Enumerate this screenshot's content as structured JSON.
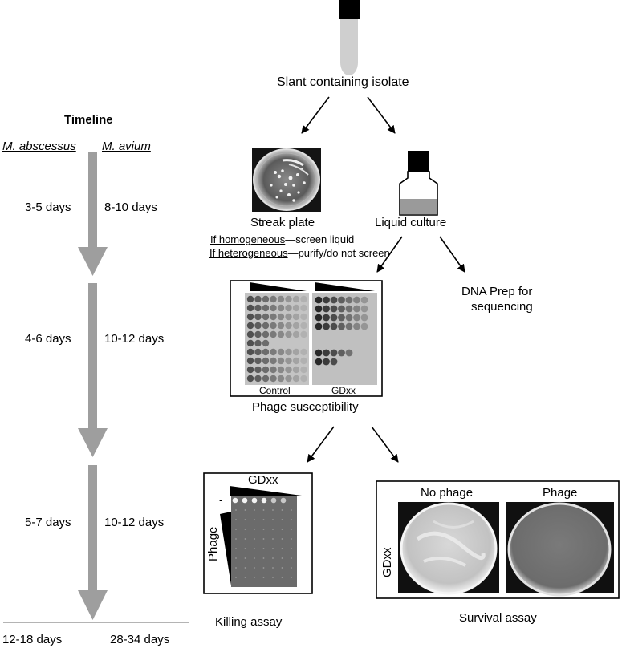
{
  "timeline": {
    "title": "Timeline",
    "col_a": "M. abscessus",
    "col_b": "M. avium",
    "steps": [
      {
        "a": "3-5 days",
        "b": "8-10 days"
      },
      {
        "a": "4-6 days",
        "b": "10-12 days"
      },
      {
        "a": "5-7 days",
        "b": "10-12 days"
      }
    ],
    "total": {
      "a": "12-18 days",
      "b": "28-34 days"
    }
  },
  "flow": {
    "slant": "Slant containing isolate",
    "streak": "Streak plate",
    "liquid": "Liquid culture",
    "note_homog_key": "If homogeneous",
    "note_homog_rest": "—screen liquid",
    "note_hetero_key": "If heterogeneous",
    "note_hetero_rest": "—purify/do not screen",
    "dna_line1": "DNA Prep for",
    "dna_line2": "sequencing",
    "phage_panel": {
      "control": "Control",
      "gdxx": "GDxx",
      "caption": "Phage susceptibility"
    },
    "killing": {
      "gdxx": "GDxx",
      "minus": "-",
      "phage": "Phage",
      "caption": "Killing assay"
    },
    "survival": {
      "no_phage": "No phage",
      "phage": "Phage",
      "gdxx": "GDxx",
      "caption": "Survival assay"
    }
  }
}
